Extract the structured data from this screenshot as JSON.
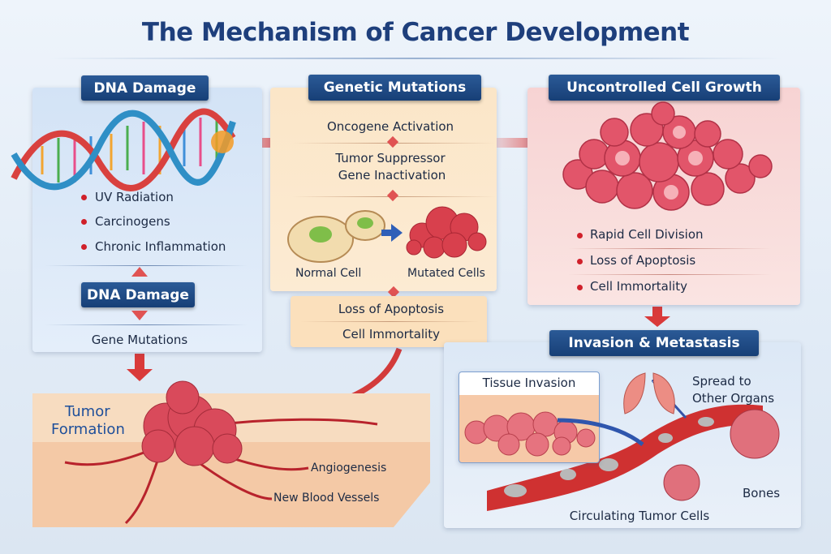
{
  "title": "The Mechanism of Cancer Development",
  "dna_panel": {
    "header": "DNA Damage",
    "causes": [
      "UV Radiation",
      "Carcinogens",
      "Chronic Inflammation"
    ],
    "sub_header": "DNA Damage",
    "result": "Gene Mutations"
  },
  "genetic_panel": {
    "header": "Genetic Mutations",
    "step1": "Oncogene Activation",
    "step2_line1": "Tumor Suppressor",
    "step2_line2": "Gene Inactivation",
    "normal_label": "Normal Cell",
    "mutated_label": "Mutated Cells",
    "outcomes": [
      "Loss of Apoptosis",
      "Cell Immortality"
    ]
  },
  "growth_panel": {
    "header": "Uncontrolled Cell Growth",
    "bullets": [
      "Rapid Cell Division",
      "Loss of Apoptosis",
      "Cell Immortality"
    ]
  },
  "tumor_panel": {
    "label_line1": "Tumor",
    "label_line2": "Formation",
    "angiogenesis": "Angiogenesis",
    "vessels": "New Blood Vessels"
  },
  "metastasis_panel": {
    "header": "Invasion & Metastasis",
    "tissue_invasion": "Tissue Invasion",
    "spread_line1": "Spread to",
    "spread_line2": "Other Organs",
    "bones": "Bones",
    "circulating": "Circulating Tumor Cells"
  },
  "colors": {
    "header": "#1e4a86",
    "title": "#1e3f7c",
    "bullet": "#d0202a",
    "arrow": "#d93a3a",
    "blue_panel": "#d6e5f6",
    "peach_panel": "#fbe3c2",
    "pink_panel": "#f8dcdc"
  }
}
